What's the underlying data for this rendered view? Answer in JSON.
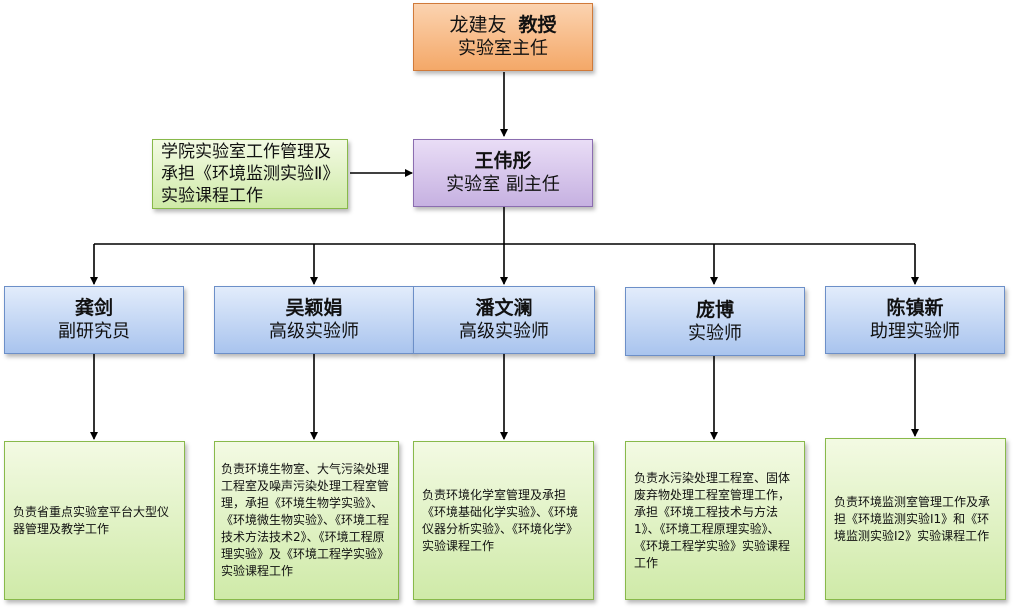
{
  "director": {
    "name": "龙建友",
    "rank": "教授",
    "role": "实验室主任"
  },
  "vice": {
    "name": "王伟彤",
    "role": "实验室 副主任"
  },
  "vice_note": "学院实验室工作管理及承担《环境监测实验Ⅱ》实验课程工作",
  "staff": [
    {
      "name": "龚剑",
      "title": "副研究员",
      "duty": "负责省重点实验室平台大型仪器管理及教学工作"
    },
    {
      "name": "吴颖娟",
      "title": "高级实验师",
      "duty": "负责环境生物室、大气污染处理工程室及噪声污染处理工程室管理，承担《环境生物学实验》、《环境微生物实验》、《环境工程技术方法技术2》、《环境工程原理实验》及《环境工程学实验》实验课程工作"
    },
    {
      "name": "潘文澜",
      "title": "高级实验师",
      "duty": "负责环境化学室管理及承担《环境基础化学实验》、《环境仪器分析实验》、《环境化学》实验课程工作"
    },
    {
      "name": "庞博",
      "title": "实验师",
      "duty": "负责水污染处理工程室、固体废弃物处理工程室管理工作，承担《环境工程技术与方法1》、《环境工程原理实验》、《环境工程学实验》实验课程工作"
    },
    {
      "name": "陈镇新",
      "title": "助理实验师",
      "duty": "负责环境监测室管理工作及承担《环境监测实验Ⅰ1》和《环境监测实验Ⅰ2》实验课程工作"
    }
  ],
  "colors": {
    "director": "#f4a868",
    "vice": "#c6b1e1",
    "staff": "#a9c4ee",
    "note": "#cfeaa8",
    "connector": "#000000"
  }
}
